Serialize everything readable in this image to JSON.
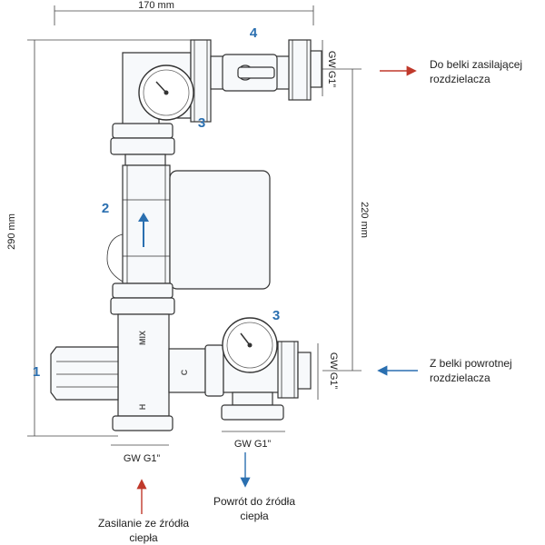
{
  "dimensions": {
    "width": "170 mm",
    "height": "290 mm",
    "axis_distance": "220 mm",
    "thread_top_right": "GW G1”",
    "thread_mid_right": "GW G1”",
    "thread_bottom_left": "GW G1”",
    "thread_bottom_right": "GW G1”"
  },
  "part_numbers": {
    "n1": "1",
    "n2": "2",
    "n3_top": "3",
    "n3_bottom": "3",
    "n4": "4"
  },
  "valve_marks": {
    "mix": "MIX",
    "c": "C",
    "h": "H"
  },
  "flows": {
    "supply_out": {
      "line1": "Do belki zasilającej",
      "line2": "rozdzielacza",
      "color": "#c0392b"
    },
    "return_in": {
      "line1": "Z belki powrotnej",
      "line2": "rozdzielacza",
      "color": "#2a6fb0"
    },
    "return_to_source": {
      "line1": "Powrót do źródła",
      "line2": "ciepła",
      "color": "#2a6fb0"
    },
    "supply_from_source": {
      "line1": "Zasilanie ze źródła",
      "line2": "ciepła",
      "color": "#c0392b"
    }
  },
  "colors": {
    "accent": "#2a6fb0",
    "hot": "#c0392b",
    "cold": "#2a6fb0"
  }
}
